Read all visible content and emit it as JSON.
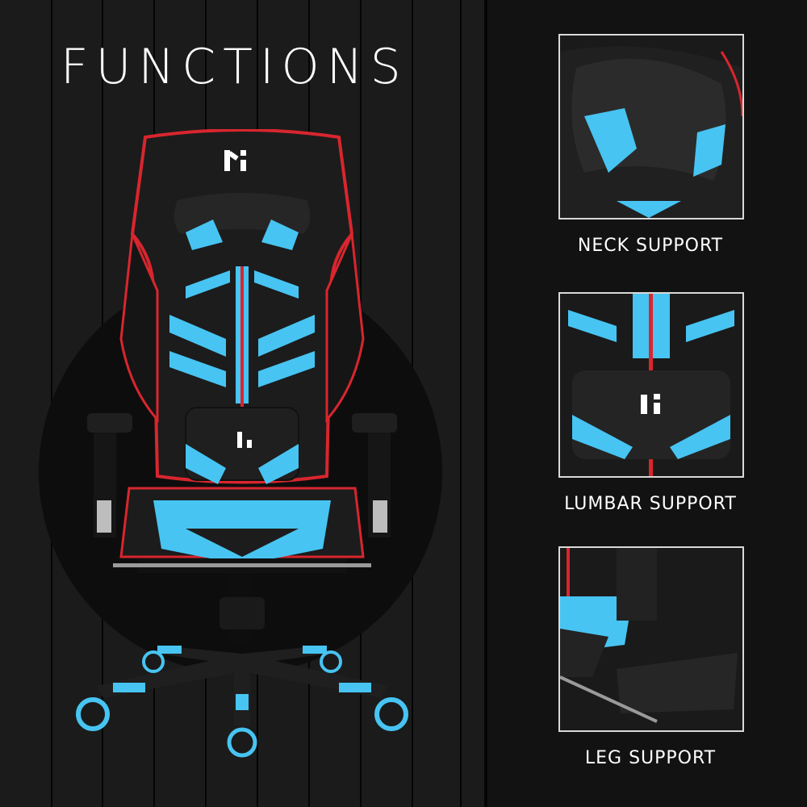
{
  "title": "FUNCTIONS",
  "brand": {
    "logo": "Mi",
    "colors": {
      "accent_blue": "#47c4f2",
      "trim_red": "#d8262e",
      "leather_black": "#1c1c1c"
    }
  },
  "features": [
    {
      "label": "NECK SUPPORT",
      "icon": "headrest-pillow-icon"
    },
    {
      "label": "LUMBAR SUPPORT",
      "icon": "lumbar-cushion-icon"
    },
    {
      "label": "LEG SUPPORT",
      "icon": "footrest-icon"
    }
  ]
}
